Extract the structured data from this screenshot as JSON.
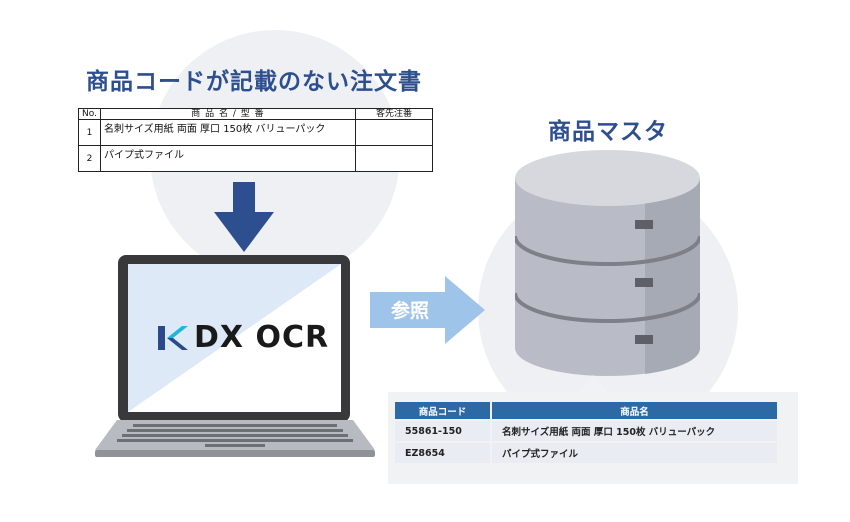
{
  "order_form": {
    "title": "商品コードが記載のない注文書",
    "headers": {
      "no": "No.",
      "product": "商 品 名 / 型 番",
      "customer": "客先注番"
    },
    "rows": [
      {
        "no": "1",
        "product": "名刺サイズ用紙 両面 厚口 150枚 バリューパック"
      },
      {
        "no": "2",
        "product": "パイプ式ファイル"
      }
    ]
  },
  "reference_label": "参照",
  "app": {
    "logo_text": "DX OCR"
  },
  "master": {
    "title": "商品マスタ",
    "columns": [
      "商品コード",
      "商品名"
    ],
    "rows": [
      {
        "code": "55861-150",
        "name": "名刺サイズ用紙 両面 厚口 150枚 バリューパック"
      },
      {
        "code": "EZ8654",
        "name": "パイプ式ファイル"
      }
    ]
  },
  "colors": {
    "accent_blue": "#2e4f8f",
    "arrow_light_blue": "#9fc4ea",
    "table_header_blue": "#2c6aa6",
    "logo_cyan": "#1fb8d8",
    "logo_navy": "#2a4a8c"
  }
}
